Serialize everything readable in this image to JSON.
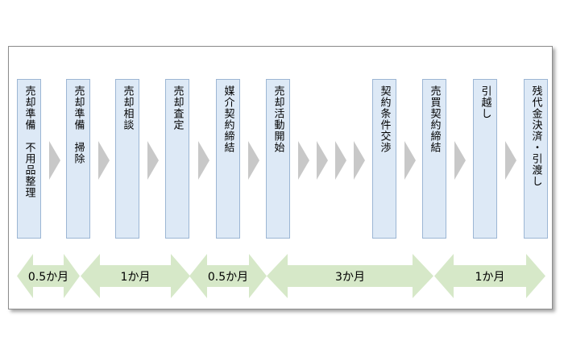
{
  "steps": [
    {
      "label": "売却準備　不用品整理"
    },
    {
      "label": "売却準備　掃除"
    },
    {
      "label": "売却相談"
    },
    {
      "label": "売却査定"
    },
    {
      "label": "媒介契約締結"
    },
    {
      "label": "売却活動開始"
    },
    {
      "label": "契約条件交渉"
    },
    {
      "label": "売買契約締結"
    },
    {
      "label": "引越し"
    },
    {
      "label": "残代金決済・引渡し"
    }
  ],
  "durations": [
    {
      "label": "0.5か月"
    },
    {
      "label": "1か月"
    },
    {
      "label": "0.5か月"
    },
    {
      "label": "3か月"
    },
    {
      "label": "1か月"
    }
  ],
  "colors": {
    "step_fill": "#dde9f6",
    "step_border": "#9cb6d4",
    "chevron": "#c8c8c8",
    "duration_arrow": "#d6e8c8"
  }
}
